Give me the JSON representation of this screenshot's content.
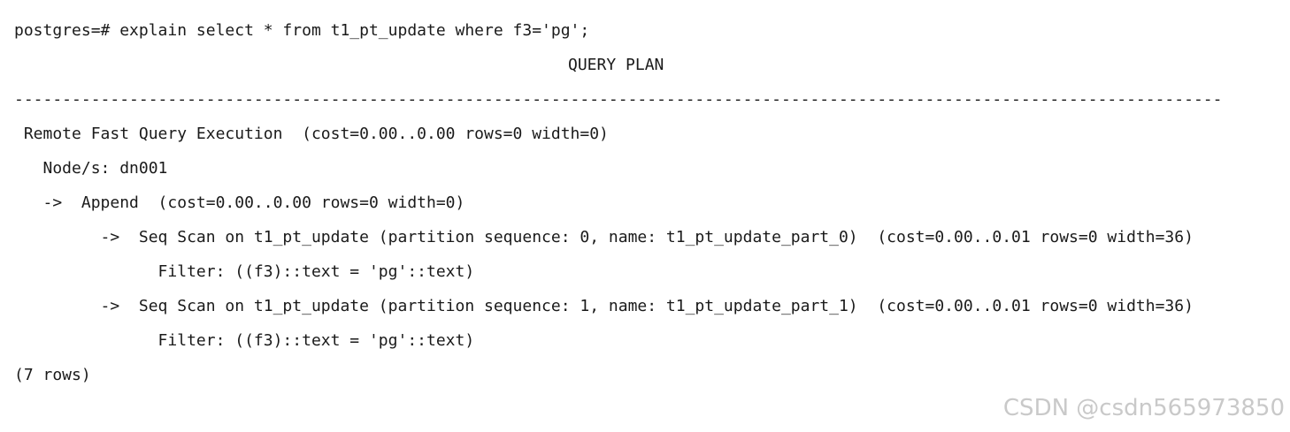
{
  "terminal": {
    "command": "postgres=# explain select * from t1_pt_update where f3='pg';",
    "header": "QUERY PLAN",
    "separator": "-----------------------------------------------------------------------------------------------------------------------------------",
    "plan_lines": [
      " Remote Fast Query Execution  (cost=0.00..0.00 rows=0 width=0)",
      "   Node/s: dn001",
      "   ->  Append  (cost=0.00..0.00 rows=0 width=0)",
      "         ->  Seq Scan on t1_pt_update (partition sequence: 0, name: t1_pt_update_part_0)  (cost=0.00..0.01 rows=0 width=36)",
      "               Filter: ((f3)::text = 'pg'::text)",
      "         ->  Seq Scan on t1_pt_update (partition sequence: 1, name: t1_pt_update_part_1)  (cost=0.00..0.01 rows=0 width=36)",
      "               Filter: ((f3)::text = 'pg'::text)"
    ],
    "row_count": "(7 rows)"
  },
  "watermark": "CSDN @csdn565973850"
}
